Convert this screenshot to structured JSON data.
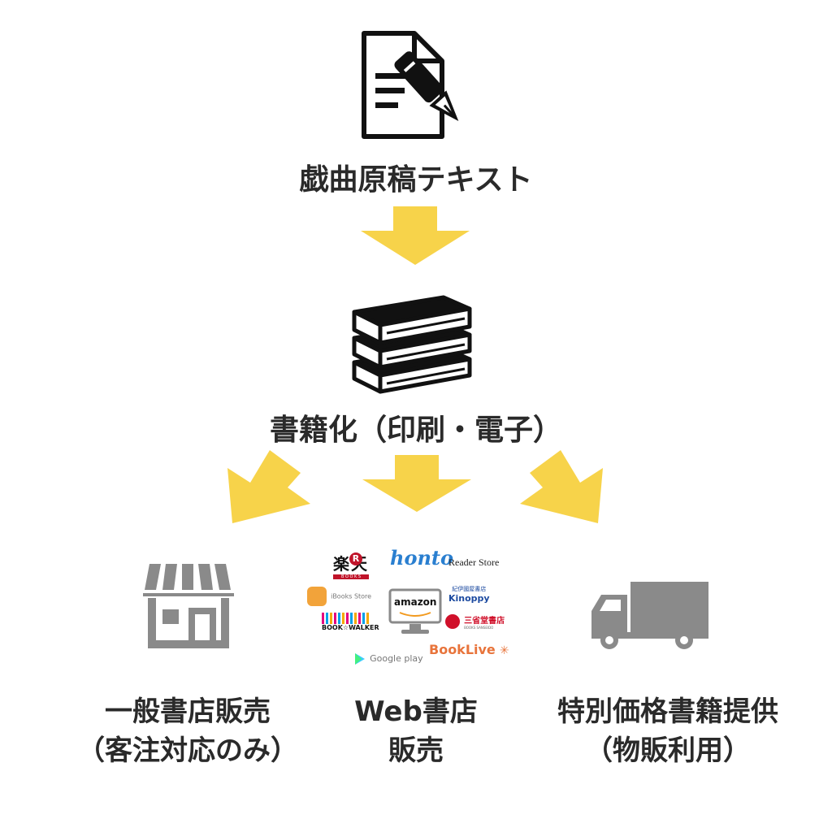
{
  "colors": {
    "arrow": "#f7d34a",
    "icon_dark": "#111111",
    "icon_gray": "#8a8a8a"
  },
  "step1": {
    "icon": "document-pen-icon",
    "label": "戯曲原稿テキスト"
  },
  "step2": {
    "icon": "book-stack-icon",
    "label": "書籍化（印刷・電子）"
  },
  "outputs": [
    {
      "icon": "store-icon",
      "line1": "一般書店販売",
      "line2": "（客注対応のみ）"
    },
    {
      "icon": "monitor-icon",
      "line1": "Web書店",
      "line2": "販売"
    },
    {
      "icon": "truck-icon",
      "line1": "特別価格書籍提供",
      "line2": "（物販利用）"
    }
  ],
  "logos": {
    "rakuten": "楽天",
    "rakuten_r": "R",
    "rakuten_sub": "B O O K S",
    "honto": "honto",
    "reader_store": "Reader Store",
    "ibooks": "iBooks Store",
    "amazon": "amazon",
    "kinokuniya_top": "紀伊國屋書店",
    "kinokuniya": "Kinoppy",
    "bookwalker": "BOOK☆WALKER",
    "sanseido": "三省堂書店",
    "sanseido_sub": "BOOKS SANSEIDO",
    "google_play": "Google play",
    "booklive": "BookLive"
  }
}
